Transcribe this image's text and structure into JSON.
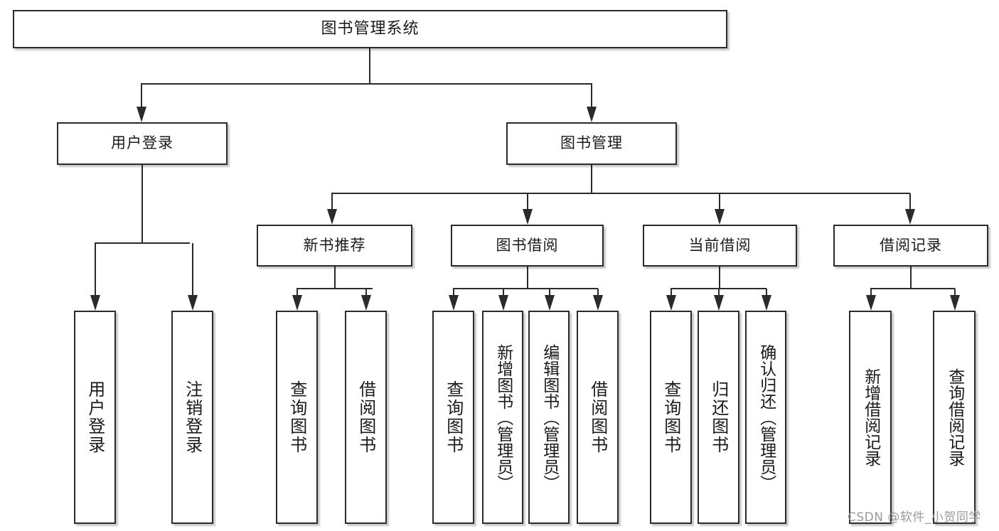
{
  "diagram": {
    "type": "tree",
    "title": "图书管理系统",
    "root": {
      "label": "图书管理系统"
    },
    "level2": [
      {
        "label": "用户登录"
      },
      {
        "label": "图书管理"
      }
    ],
    "level3": [
      {
        "label": "新书推荐"
      },
      {
        "label": "图书借阅"
      },
      {
        "label": "当前借阅"
      },
      {
        "label": "借阅记录"
      }
    ],
    "leaves": {
      "user_login": [
        {
          "label": "用户登录"
        },
        {
          "label": "注销登录"
        }
      ],
      "new_book_recommend": [
        {
          "label": "查询图书"
        },
        {
          "label": "借阅图书"
        }
      ],
      "book_borrow": [
        {
          "label": "查询图书"
        },
        {
          "label": "新增图书（管理员）"
        },
        {
          "label": "编辑图书（管理员）"
        },
        {
          "label": "借阅图书"
        }
      ],
      "current_borrow": [
        {
          "label": "查询图书"
        },
        {
          "label": "归还图书"
        },
        {
          "label": "确认归还（管理员）"
        }
      ],
      "borrow_record": [
        {
          "label": "新增借阅记录"
        },
        {
          "label": "查询借阅记录"
        }
      ]
    }
  },
  "watermark": {
    "text": "CSDN @软件_小贺同学"
  },
  "colors": {
    "stroke": "#2b2b2b",
    "fill": "#ffffff",
    "text": "#1a1a1a",
    "watermark": "#9a9a9a"
  }
}
